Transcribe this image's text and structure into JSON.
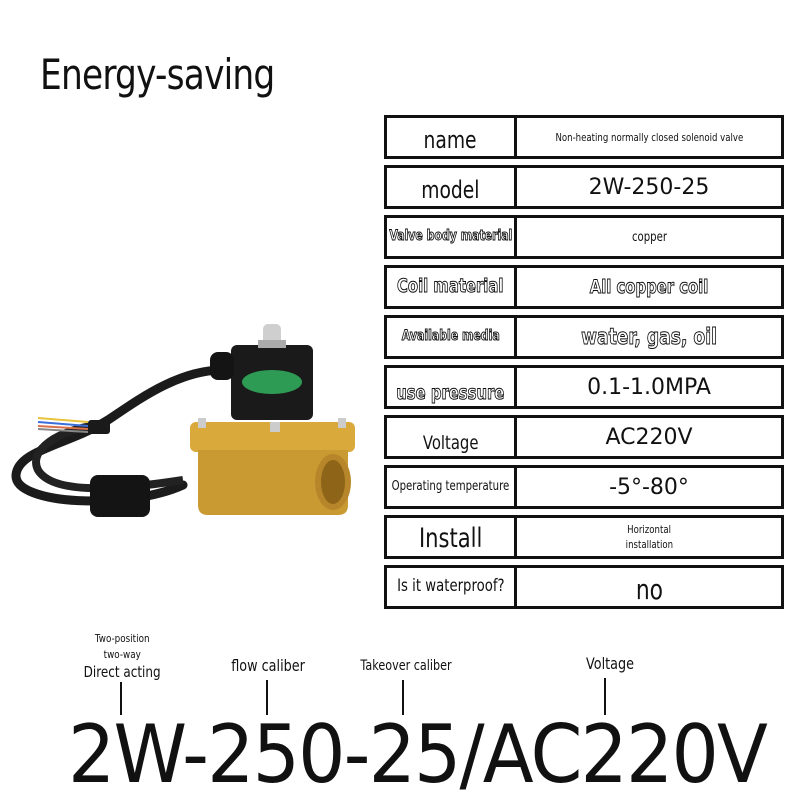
{
  "headline": "Energy-saving",
  "spec_table": {
    "rows": [
      {
        "label": "name",
        "value": "Non-heating normally closed solenoid valve"
      },
      {
        "label": "model",
        "value": "2W-250-25"
      },
      {
        "label": "Valve body material",
        "value": "copper"
      },
      {
        "label": "Coil material",
        "value": "All copper coil"
      },
      {
        "label": "Available media",
        "value": "water, gas, oil"
      },
      {
        "label": "use pressure",
        "value": "0.1-1.0MPA"
      },
      {
        "label": "Voltage",
        "value": "AC220V"
      },
      {
        "label": "Operating temperature",
        "value": "-5°-80°"
      },
      {
        "label": "Install",
        "value_line1": "Horizontal",
        "value_line2": "installation"
      },
      {
        "label": "Is it waterproof?",
        "value": "no"
      }
    ]
  },
  "product_image": {
    "alt": "Brass solenoid valve with black coil and cable",
    "colors": {
      "brass": "#d9a93c",
      "coil": "#1a1a1a",
      "badge": "#2e9b55"
    }
  },
  "model_breakdown": {
    "annotations": [
      {
        "line1": "Two-position",
        "line2": "two-way",
        "line3": "Direct acting"
      },
      {
        "label": "flow caliber"
      },
      {
        "label": "Takeover caliber"
      },
      {
        "label": "Voltage"
      }
    ],
    "code": "2W-250-25/AC220V"
  }
}
